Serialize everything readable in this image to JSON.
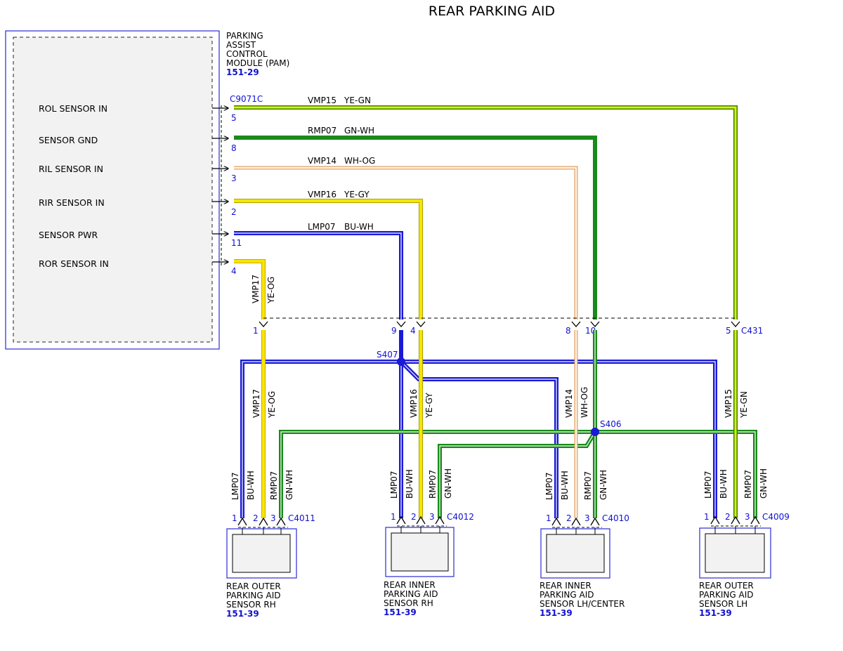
{
  "title": "REAR PARKING AID",
  "module": {
    "name_lines": [
      "PARKING",
      "ASSIST",
      "CONTROL",
      "MODULE (PAM)"
    ],
    "ref": "151-29",
    "connector": "C9071C",
    "pins": [
      {
        "label": "ROL SENSOR IN",
        "pin": "5"
      },
      {
        "label": "SENSOR GND",
        "pin": "8"
      },
      {
        "label": "RIL SENSOR IN",
        "pin": "3"
      },
      {
        "label": "RIR SENSOR IN",
        "pin": "2"
      },
      {
        "label": "SENSOR PWR",
        "pin": "11"
      },
      {
        "label": "ROR SENSOR IN",
        "pin": "4"
      }
    ]
  },
  "top_wires": [
    {
      "circuit": "VMP15",
      "color": "YE-GN"
    },
    {
      "circuit": "RMP07",
      "color": "GN-WH"
    },
    {
      "circuit": "VMP14",
      "color": "WH-OG"
    },
    {
      "circuit": "VMP16",
      "color": "YE-GY"
    },
    {
      "circuit": "LMP07",
      "color": "BU-WH"
    }
  ],
  "vertical_wire": {
    "circuit": "VMP17",
    "color": "YE-OG"
  },
  "inline_connector": {
    "name": "C431",
    "pins": [
      "1",
      "9",
      "4",
      "8",
      "10",
      "5"
    ]
  },
  "splices": [
    "S407",
    "S406"
  ],
  "mid_wires": [
    {
      "circuit": "VMP17",
      "color": "YE-OG"
    },
    {
      "circuit": "VMP16",
      "color": "YE-GY"
    },
    {
      "circuit": "VMP14",
      "color": "WH-OG"
    },
    {
      "circuit": "VMP15",
      "color": "YE-GN"
    }
  ],
  "sensors": [
    {
      "connector": "C4011",
      "pins": [
        "1",
        "2",
        "3"
      ],
      "wires": [
        {
          "circuit": "LMP07",
          "color": "BU-WH"
        },
        {
          "circuit": "RMP07",
          "color": "GN-WH"
        }
      ],
      "name_lines": [
        "REAR OUTER",
        "PARKING AID",
        "SENSOR RH"
      ],
      "ref": "151-39"
    },
    {
      "connector": "C4012",
      "pins": [
        "1",
        "2",
        "3"
      ],
      "wires": [
        {
          "circuit": "LMP07",
          "color": "BU-WH"
        },
        {
          "circuit": "RMP07",
          "color": "GN-WH"
        }
      ],
      "name_lines": [
        "REAR INNER",
        "PARKING AID",
        "SENSOR RH"
      ],
      "ref": "151-39"
    },
    {
      "connector": "C4010",
      "pins": [
        "1",
        "2",
        "3"
      ],
      "wires": [
        {
          "circuit": "LMP07",
          "color": "BU-WH"
        },
        {
          "circuit": "RMP07",
          "color": "GN-WH"
        }
      ],
      "name_lines": [
        "REAR INNER",
        "PARKING AID",
        "SENSOR LH/CENTER"
      ],
      "ref": "151-39"
    },
    {
      "connector": "C4009",
      "pins": [
        "1",
        "2",
        "3"
      ],
      "wires": [
        {
          "circuit": "LMP07",
          "color": "BU-WH"
        },
        {
          "circuit": "RMP07",
          "color": "GN-WH"
        }
      ],
      "name_lines": [
        "REAR OUTER",
        "PARKING AID",
        "SENSOR LH"
      ],
      "ref": "151-39"
    }
  ],
  "colors": {
    "yellow": "#f5e600",
    "green": "#1a8a1a",
    "blue": "#1a1ad6",
    "white_orange": "#f0d8b0",
    "ref_text": "#1010d0",
    "module_fill": "#f2f2f2",
    "module_border": "#2b2bd6"
  }
}
